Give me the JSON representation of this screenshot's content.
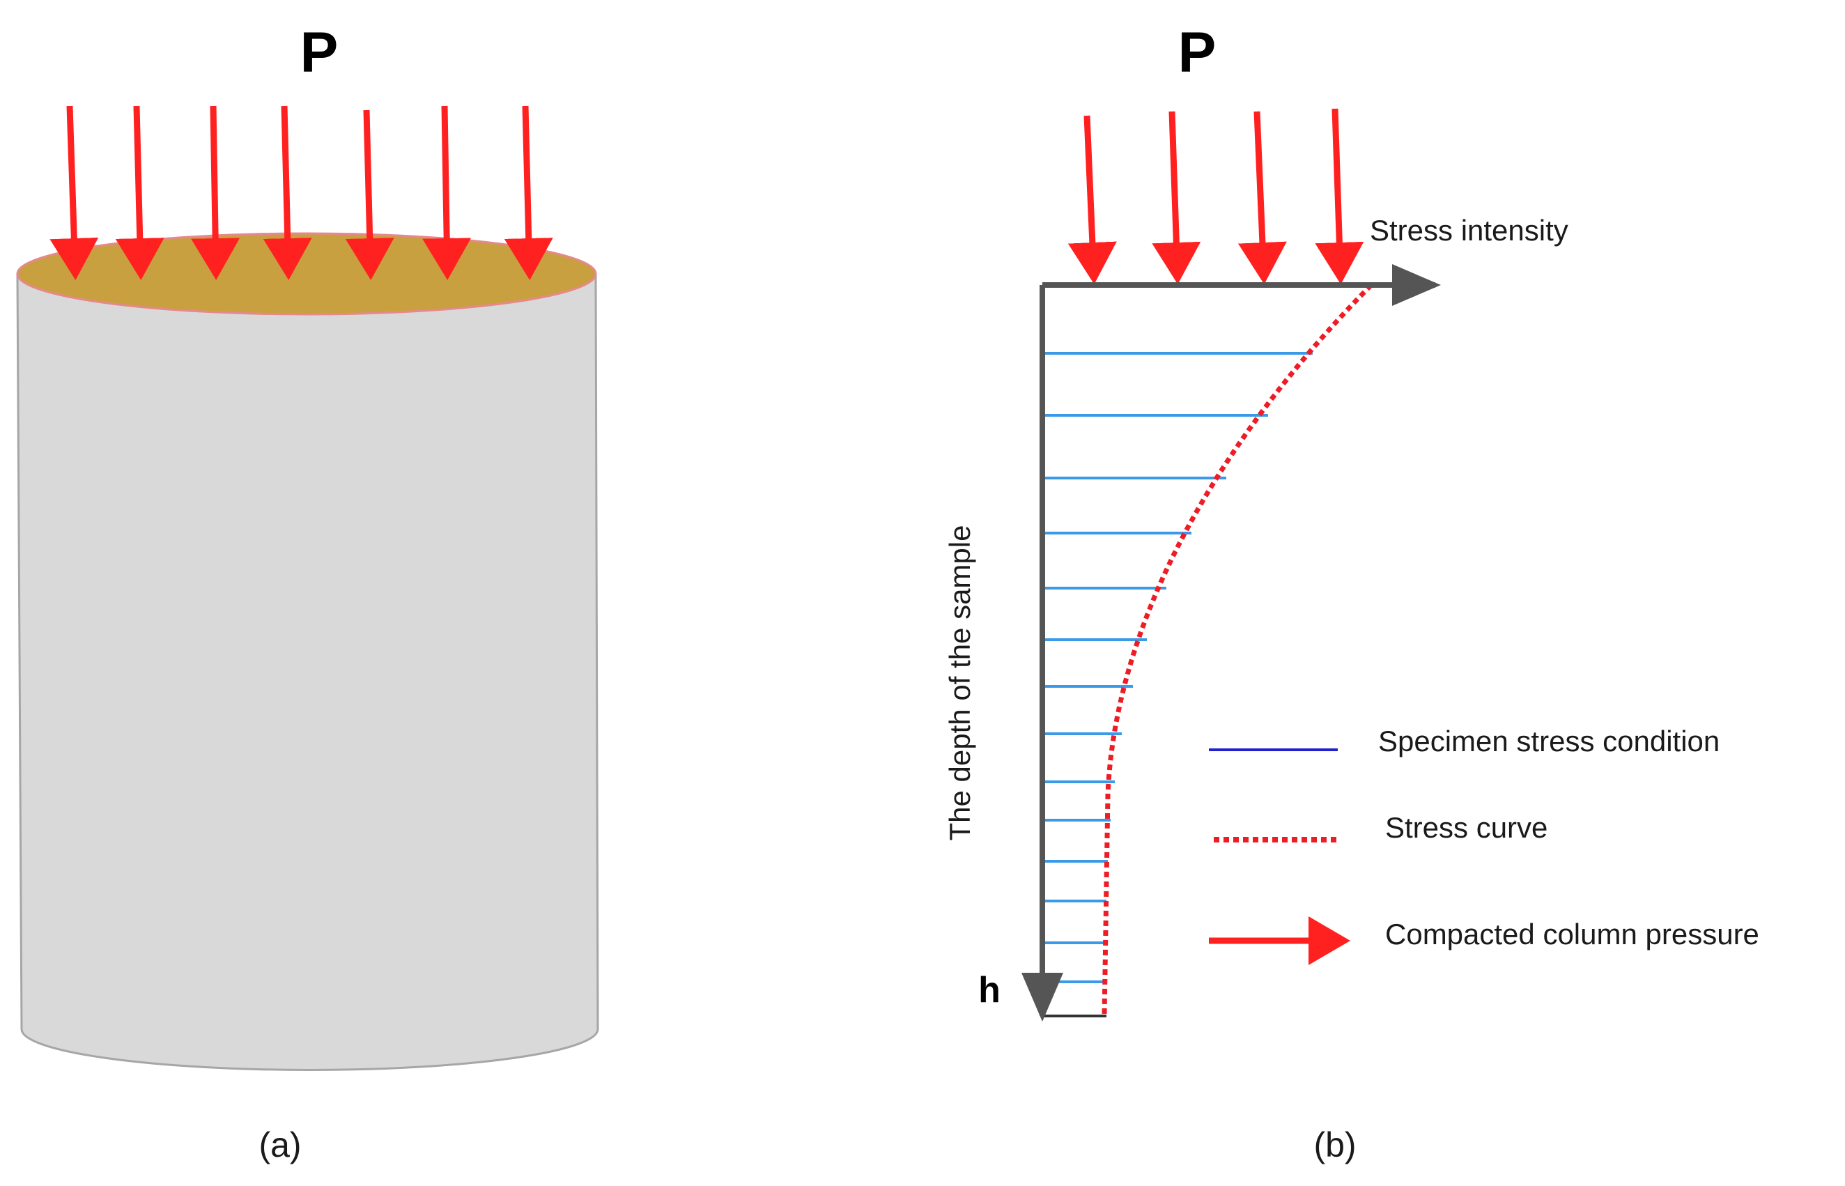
{
  "panel_a": {
    "load_label": "P",
    "caption": "(a)"
  },
  "panel_b": {
    "load_label": "P",
    "x_axis_label": "Stress intensity",
    "y_axis_label": "The depth of the sample",
    "depth_symbol": "h",
    "caption": "(b)"
  },
  "legend": {
    "specimen_stress_condition": "Specimen stress condition",
    "stress_curve": "Stress curve",
    "compacted_column_pressure": "Compacted column pressure"
  },
  "colors": {
    "pressure_arrow": "#ff2020",
    "cylinder_body": "#d9d9d9",
    "cylinder_top": "#c9a040",
    "axis": "#555555",
    "stress_lines": "#3a9ae8",
    "stress_curve": "#ee1c24",
    "legend_line": "#2222cc"
  }
}
